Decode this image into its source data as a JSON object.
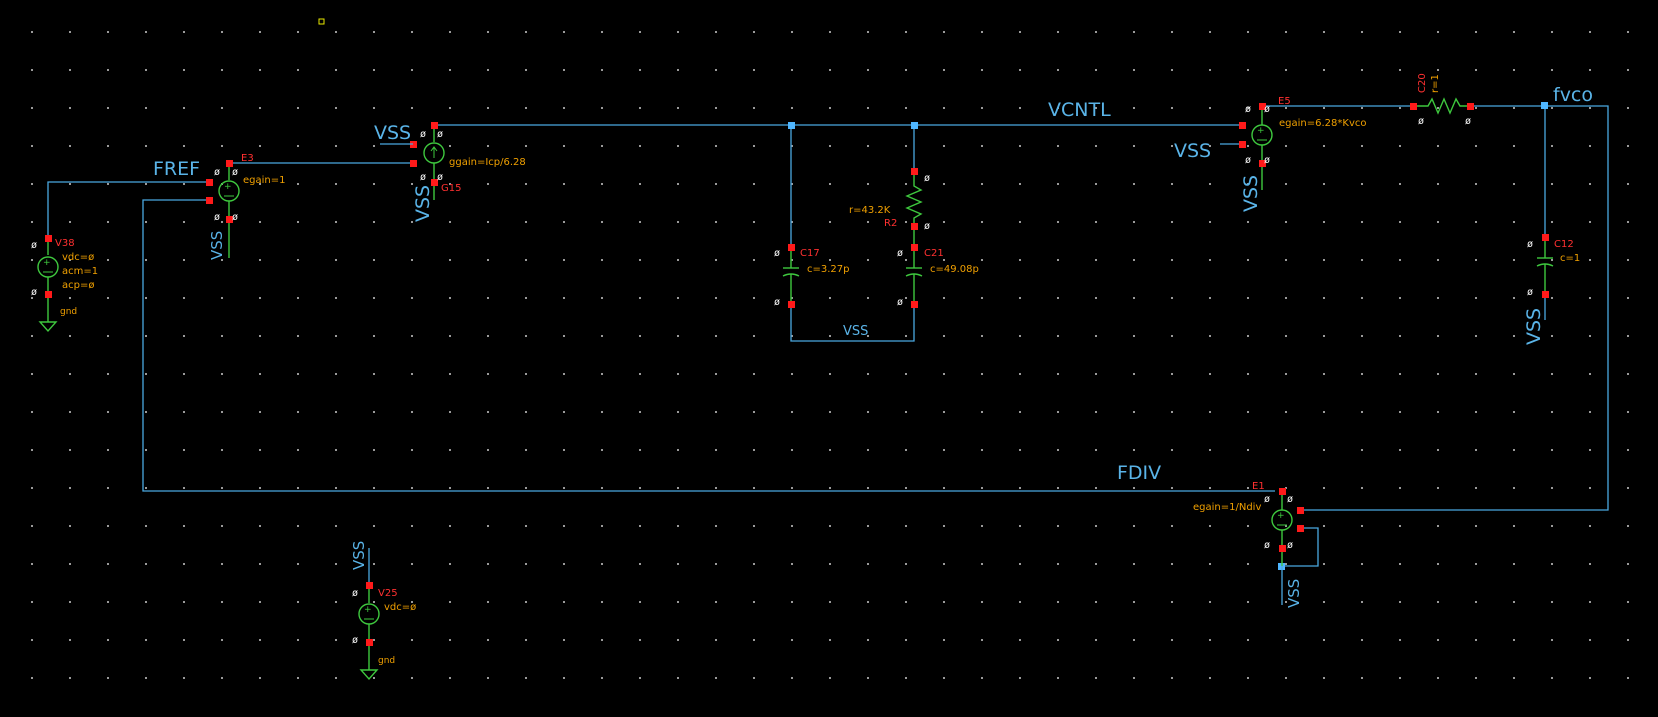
{
  "nets": {
    "fref": "FREF",
    "vcntl": "VCNTL",
    "fvco": "fvco",
    "fdiv": "FDIV",
    "vss": "VSS"
  },
  "pin_zero": "ø",
  "v38": {
    "name": "V38",
    "vdc": "vdc=ø",
    "acm": "acm=1",
    "acp": "acp=ø",
    "gnd": "gnd"
  },
  "e3": {
    "name": "E3",
    "gain": "egain=1"
  },
  "g15": {
    "name": "G15",
    "gain": "ggain=Icp/6.28"
  },
  "c17": {
    "name": "C17",
    "value": "c=3.27p"
  },
  "r2": {
    "name": "R2",
    "value": "r=43.2K"
  },
  "c21": {
    "name": "C21",
    "value": "c=49.08p"
  },
  "e5": {
    "name": "E5",
    "gain": "egain=6.28*Kvco"
  },
  "c20": {
    "name": "C20",
    "value": "r=1"
  },
  "c12": {
    "name": "C12",
    "value": "c=1"
  },
  "e1": {
    "name": "E1",
    "gain": "egain=1/Ndiv"
  },
  "v25": {
    "name": "V25",
    "vdc": "vdc=ø",
    "gnd": "gnd"
  },
  "colors": {
    "wire": "#4aa8e0",
    "symbol": "#3ec83e",
    "pin": "#ff1a1a",
    "param": "#f0a000",
    "background": "#000000"
  }
}
